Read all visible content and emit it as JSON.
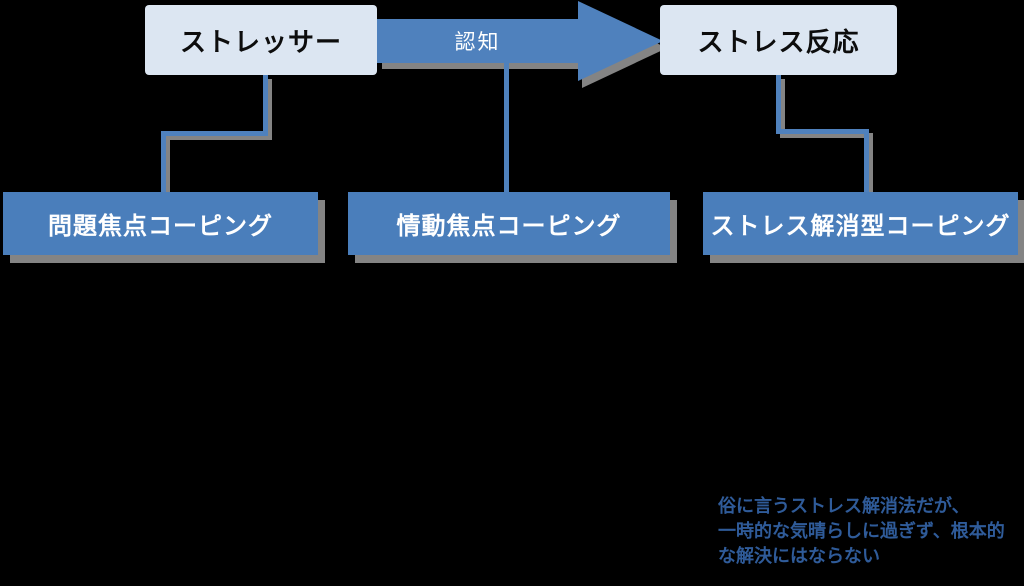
{
  "diagram": {
    "top_row": {
      "stressor_label": "ストレッサー",
      "arrow_label": "認知",
      "stress_response_label": "ストレス反応"
    },
    "coping_row": [
      {
        "label": "問題焦点コーピング"
      },
      {
        "label": "情動焦点コーピング"
      },
      {
        "label": "ストレス解消型コーピング"
      }
    ],
    "note": {
      "line1": "俗に言うストレス解消法だが、",
      "line2": "一時的な気晴らしに過ぎず、根本的",
      "line3": "な解決にはならない"
    },
    "colors": {
      "accent_blue": "#4F81BD",
      "box_blue": "#4A7EBB",
      "light_box": "#DCE6F2",
      "shadow_gray": "#848484",
      "note_text": "#2F5B99"
    }
  }
}
